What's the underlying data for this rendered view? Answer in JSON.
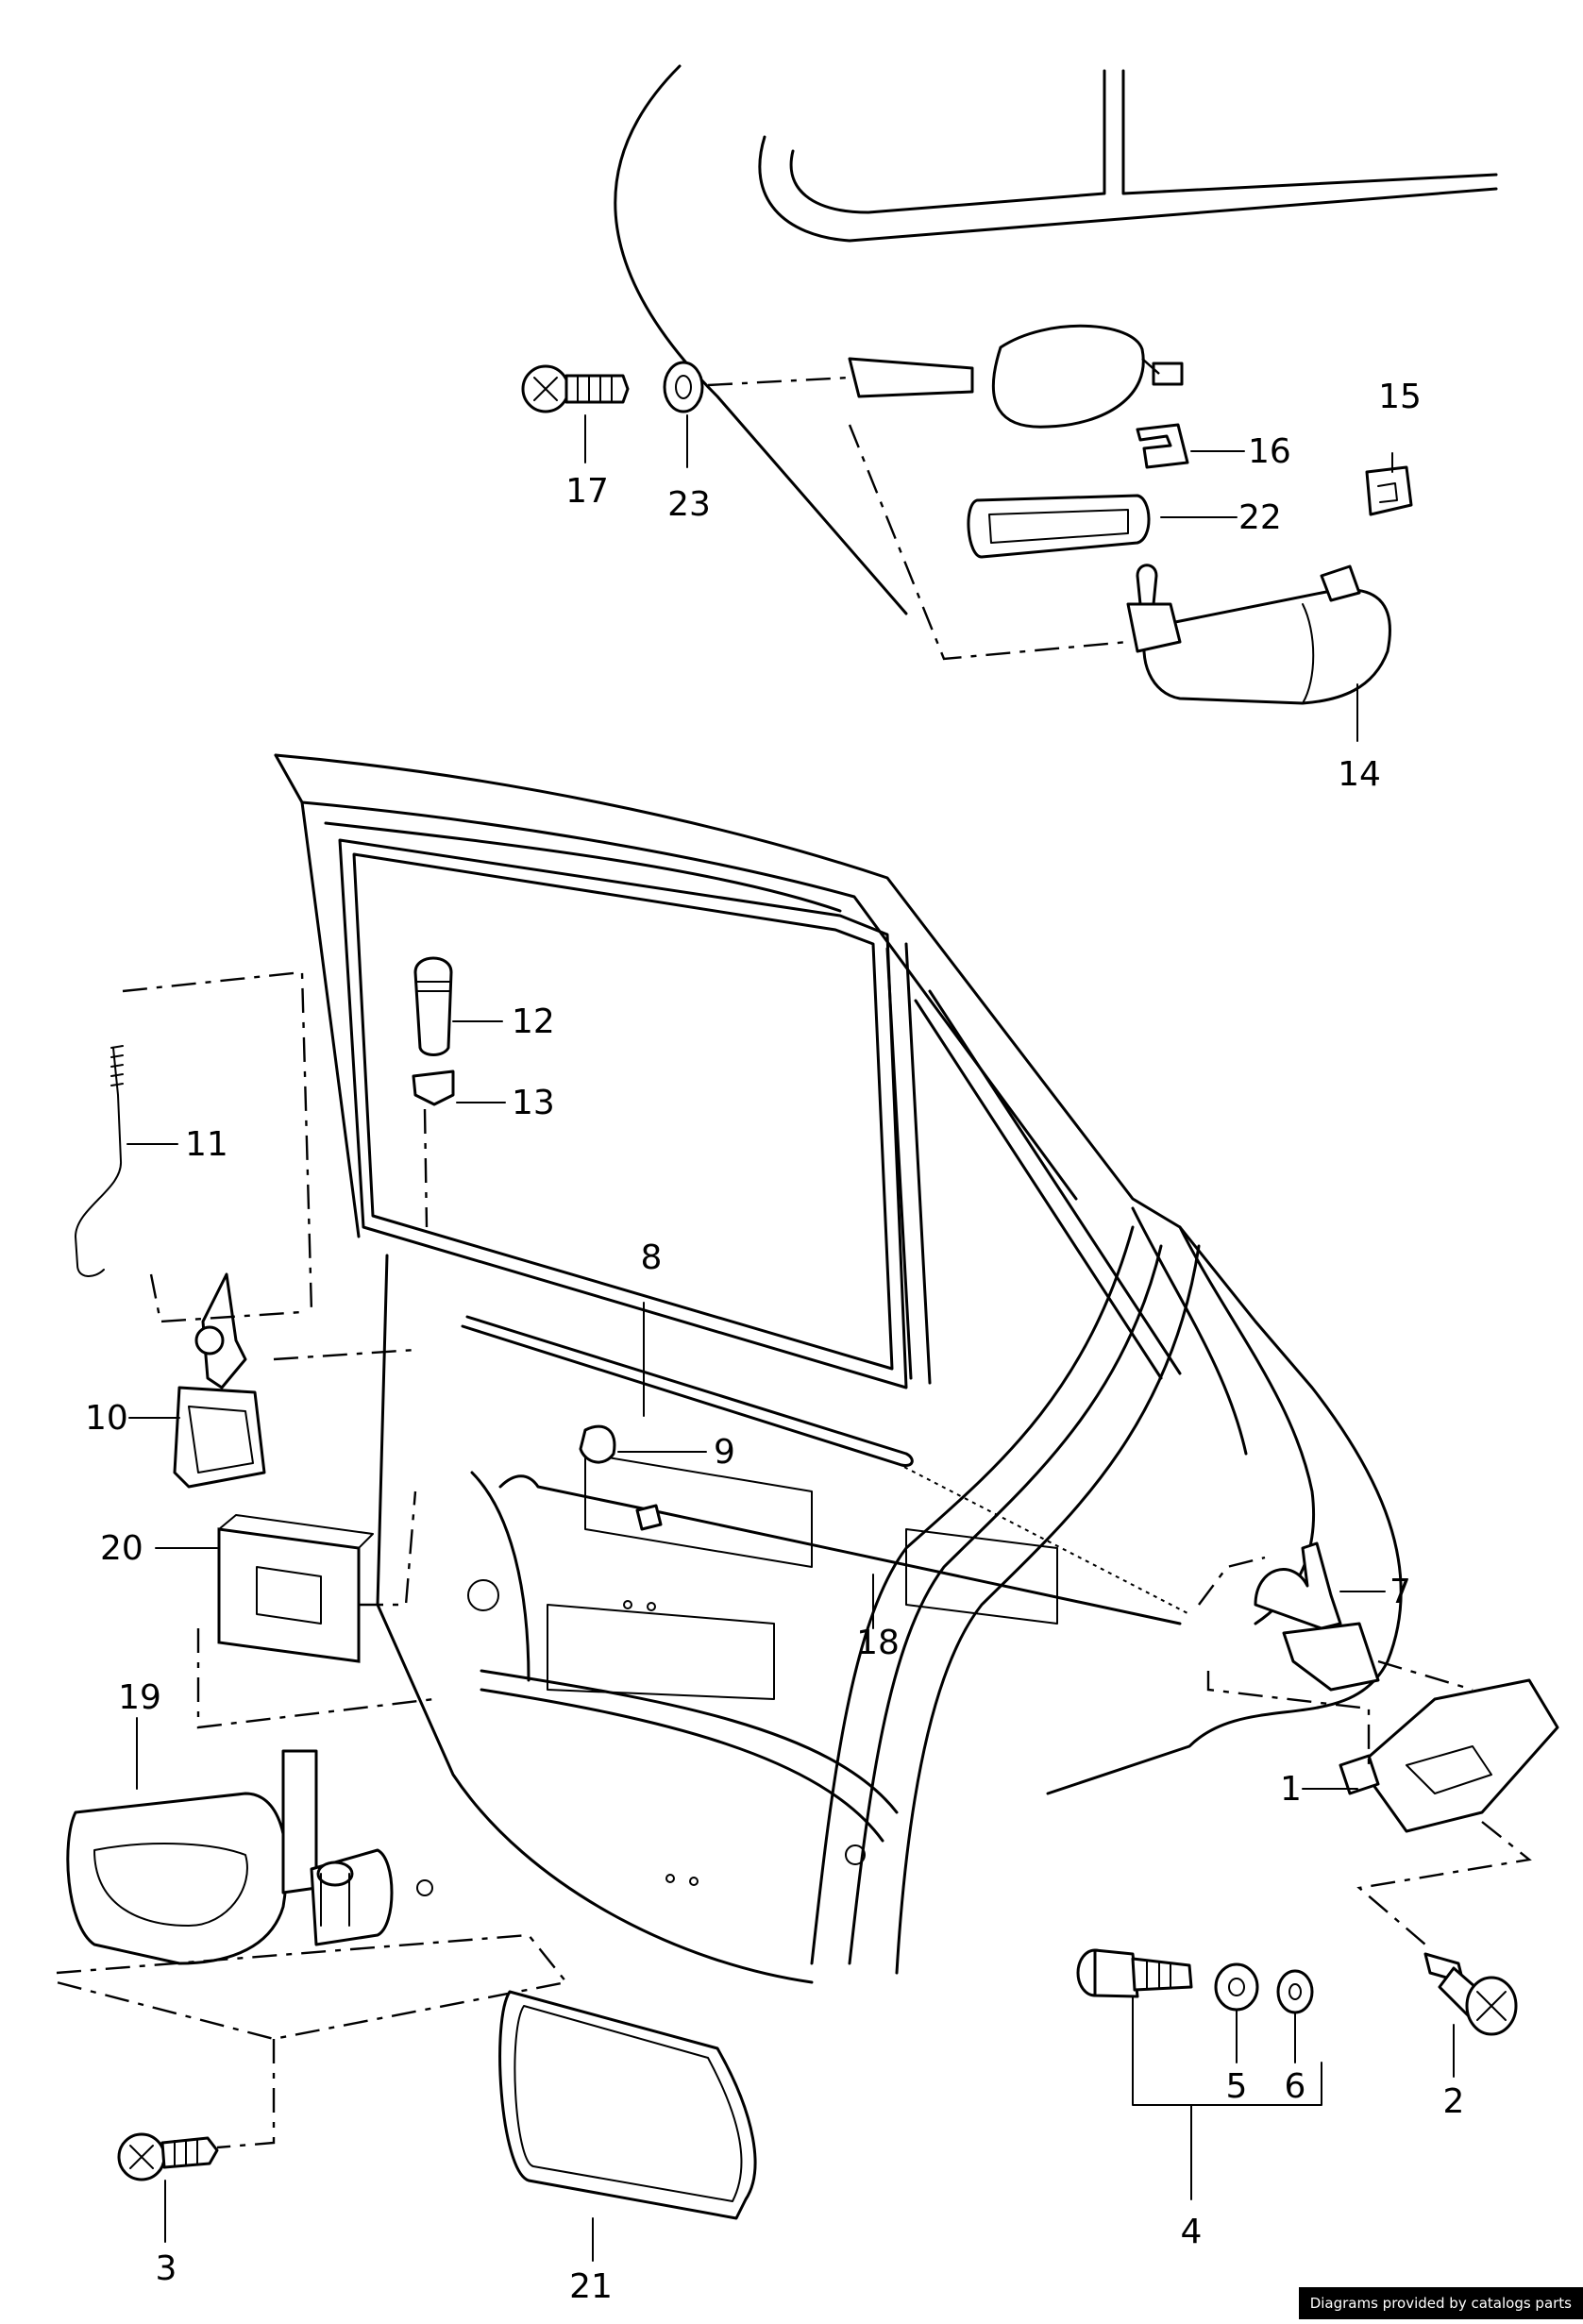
{
  "diagram": {
    "callouts": [
      {
        "id": "1",
        "label": "1"
      },
      {
        "id": "2",
        "label": "2"
      },
      {
        "id": "3",
        "label": "3"
      },
      {
        "id": "4",
        "label": "4"
      },
      {
        "id": "5",
        "label": "5"
      },
      {
        "id": "6",
        "label": "6"
      },
      {
        "id": "7",
        "label": "7"
      },
      {
        "id": "8",
        "label": "8"
      },
      {
        "id": "9",
        "label": "9"
      },
      {
        "id": "10",
        "label": "10"
      },
      {
        "id": "11",
        "label": "11"
      },
      {
        "id": "12",
        "label": "12"
      },
      {
        "id": "13",
        "label": "13"
      },
      {
        "id": "14",
        "label": "14"
      },
      {
        "id": "15",
        "label": "15"
      },
      {
        "id": "16",
        "label": "16"
      },
      {
        "id": "17",
        "label": "17"
      },
      {
        "id": "18",
        "label": "18"
      },
      {
        "id": "19",
        "label": "19"
      },
      {
        "id": "20",
        "label": "20"
      },
      {
        "id": "21",
        "label": "21"
      },
      {
        "id": "22",
        "label": "22"
      },
      {
        "id": "23",
        "label": "23"
      }
    ]
  },
  "footer": {
    "credit": "Diagrams provided by catalogs parts"
  }
}
